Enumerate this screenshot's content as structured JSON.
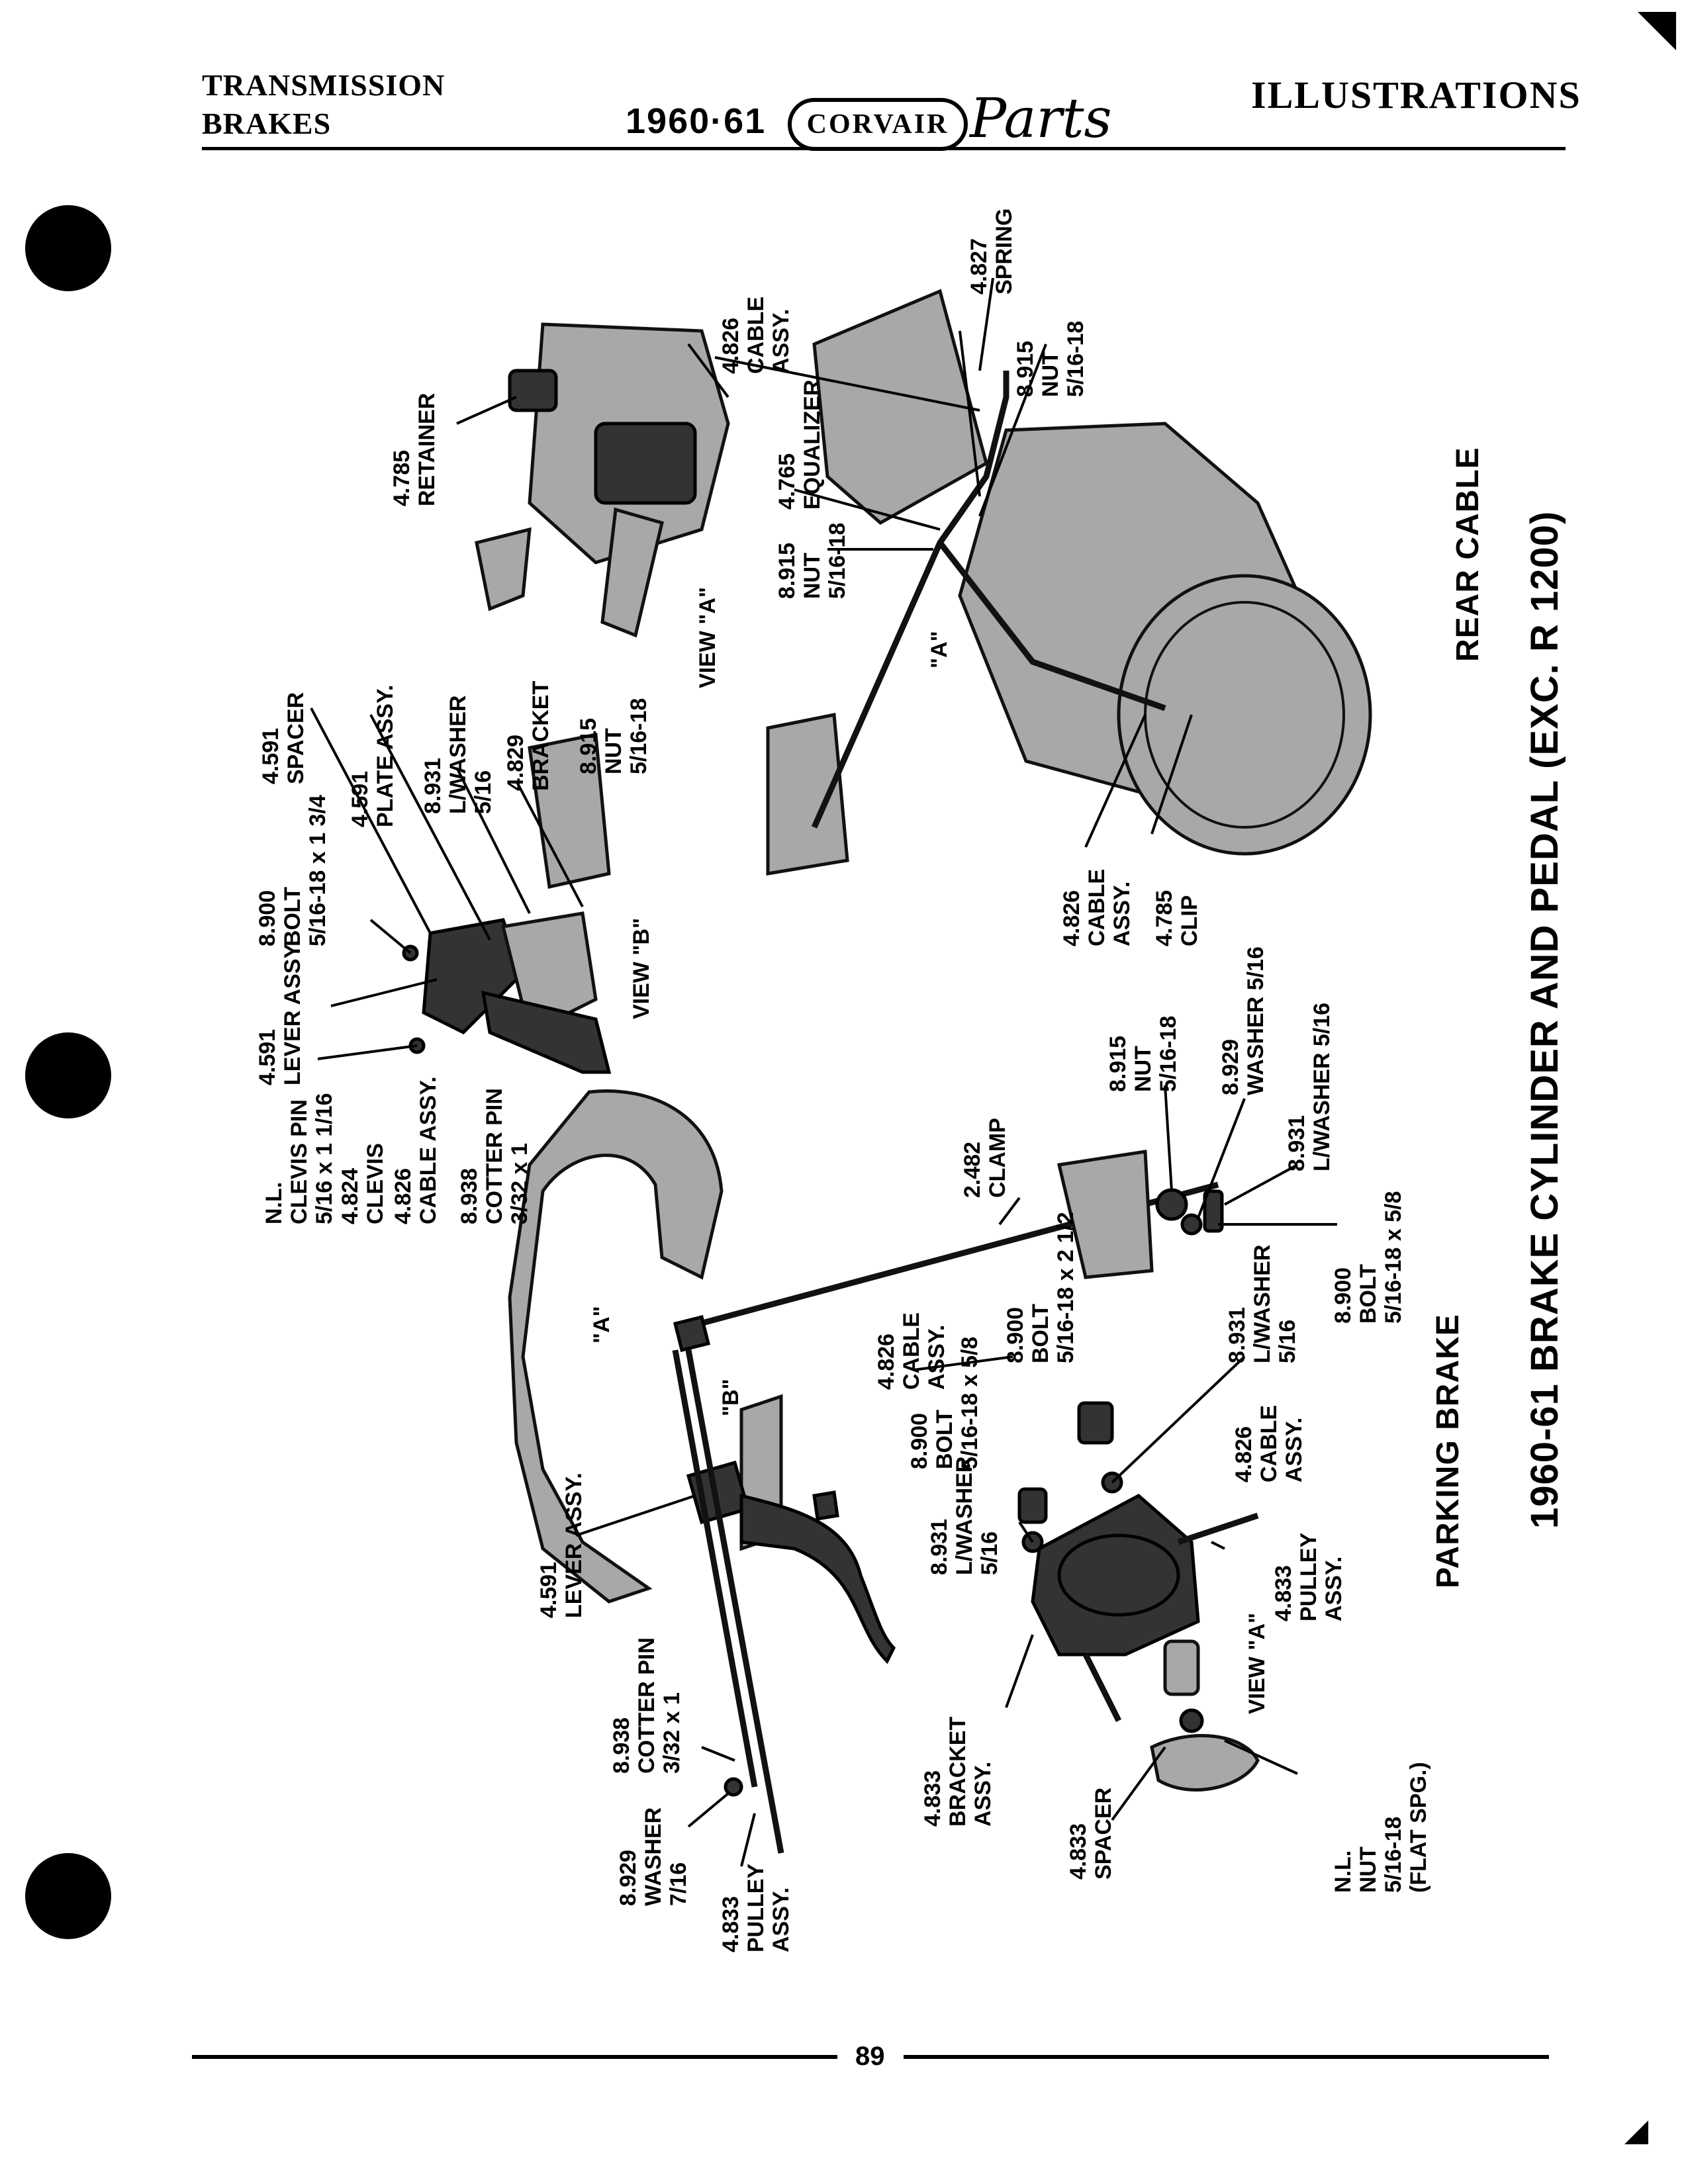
{
  "header": {
    "left_line1": "TRANSMISSION",
    "left_line2": "BRAKES",
    "year": "1960·61",
    "logo_text": "CORVAIR",
    "logo_script": "Parts",
    "right": "ILLUSTRATIONS"
  },
  "page_title": "1960-61 BRAKE CYLINDER AND PEDAL (EXC. R 1200)",
  "sections": {
    "rear_cable": "REAR CABLE",
    "parking_brake": "PARKING BRAKE"
  },
  "views": {
    "view_a_top": "VIEW \"A\"",
    "view_b": "VIEW \"B\"",
    "view_a_bottom": "VIEW \"A\"",
    "marker_a1": "\"A\"",
    "marker_a2": "\"A\"",
    "marker_b": "\"B\""
  },
  "callouts": [
    "4.785\nRETAINER",
    "4.826\nCABLE\nASSY.",
    "4.827\nSPRING",
    "8.915\nNUT\n5/16-18",
    "4.765\nEQUALIZER",
    "8.915\nNUT\n5/16-18",
    "4.591\nSPACER",
    "4.591\nPLATE ASSY.",
    "8.931\nL/WASHER\n5/16",
    "4.829\nBRACKET",
    "8.915\nNUT\n5/16-18",
    "8.900\nBOLT\n5/16-18 x 1 3/4",
    "4.591\nLEVER ASSY.",
    "N.L.\nCLEVIS PIN\n5/16 x 1 1/16",
    "4.824\nCLEVIS",
    "4.826\nCABLE ASSY.",
    "8.938\nCOTTER PIN\n3/32 x 1",
    "4.826\nCABLE\nASSY.",
    "4.785\nCLIP",
    "8.915\nNUT\n5/16-18",
    "8.929\nWASHER 5/16",
    "8.931\nL/WASHER 5/16",
    "2.482\nCLAMP",
    "8.900\nBOLT\n5/16-18 x 5/8",
    "4.826\nCABLE\nASSY.",
    "8.900\nBOLT\n5/16-18 x 2 1/2",
    "8.931\nL/WASHER\n5/16",
    "8.900\nBOLT\n5/16-18 x 5/8",
    "4.826\nCABLE\nASSY.",
    "4.591\nLEVER ASSY.",
    "8.931\nL/WASHER\n5/16",
    "4.833\nPULLEY\nASSY.",
    "8.938\nCOTTER PIN\n3/32 x 1",
    "8.929\nWASHER\n7/16",
    "4.833\nPULLEY\nASSY.",
    "4.833\nBRACKET\nASSY.",
    "4.833\nSPACER",
    "N.L.\nNUT\n5/16-18\n(FLAT SPG.)"
  ],
  "page_number": "89"
}
